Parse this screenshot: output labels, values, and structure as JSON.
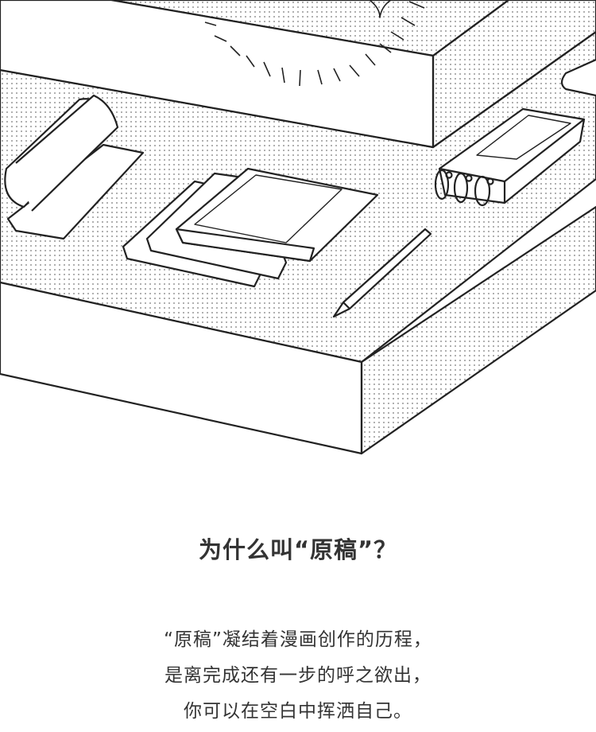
{
  "heading": "为什么叫“原稿”？",
  "paragraph": [
    "“原稿”凝结着漫画创作的历程，",
    "是离完成还有一步的呼之欲出，",
    "你可以在空白中挥洒自己。"
  ],
  "colors": {
    "ink": "#222222",
    "text": "#333333",
    "background": "#ffffff",
    "dots": "#777777"
  }
}
